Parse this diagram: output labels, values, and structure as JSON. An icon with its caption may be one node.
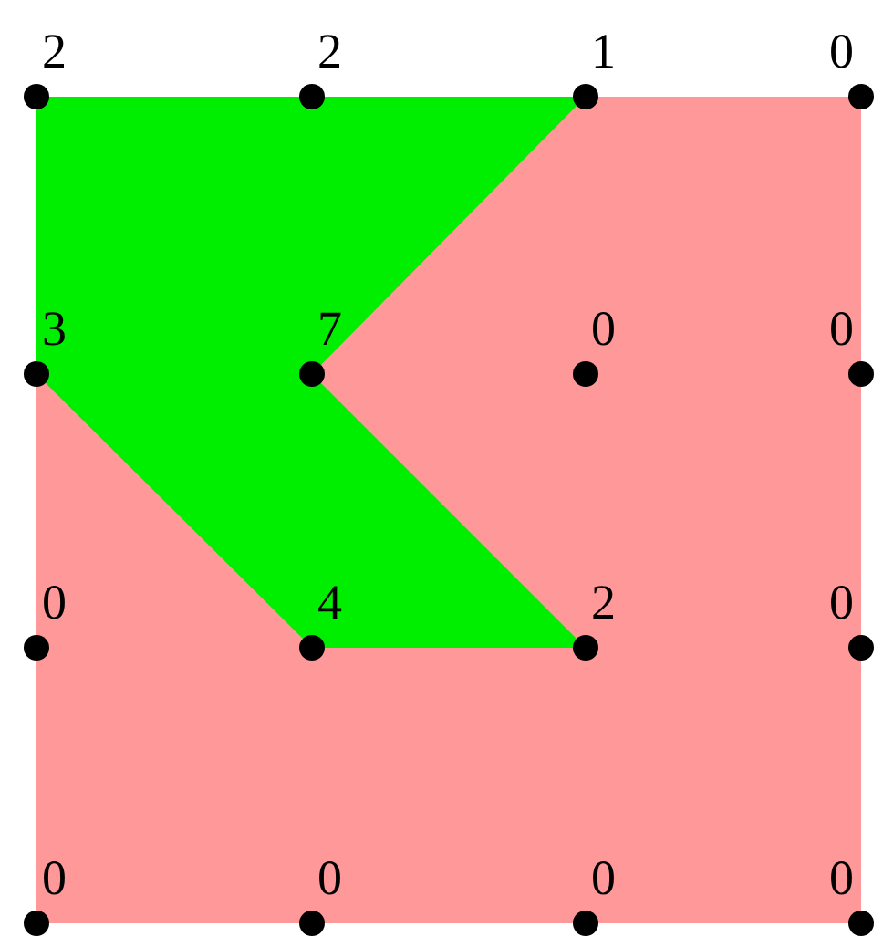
{
  "diagram": {
    "labels": [
      "2",
      "2",
      "1",
      "0",
      "3",
      "7",
      "0",
      "0",
      "0",
      "4",
      "2",
      "0",
      "0",
      "0",
      "0",
      "0"
    ]
  }
}
